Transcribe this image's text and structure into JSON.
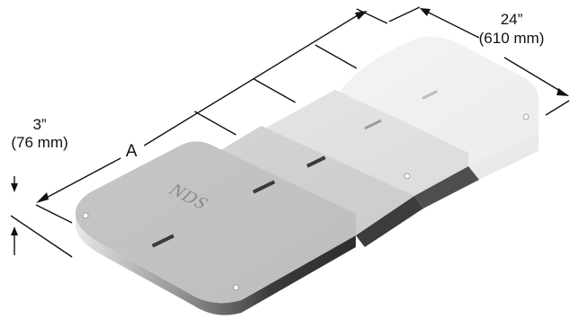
{
  "dimensions": {
    "width": {
      "inches": "24”",
      "mm": "(610 mm)"
    },
    "height": {
      "inches": "3”",
      "mm": "(76 mm)"
    },
    "length": {
      "label": "A"
    }
  },
  "product": {
    "logo_text": "NDS",
    "section_count": 4
  },
  "colors": {
    "line": "#111111",
    "section_1": "#c9c9c9",
    "section_2": "#d8d8d8",
    "section_3": "#e6e6e6",
    "section_4": "#f2f2f2",
    "edge_dark": "#3e3e3e"
  }
}
